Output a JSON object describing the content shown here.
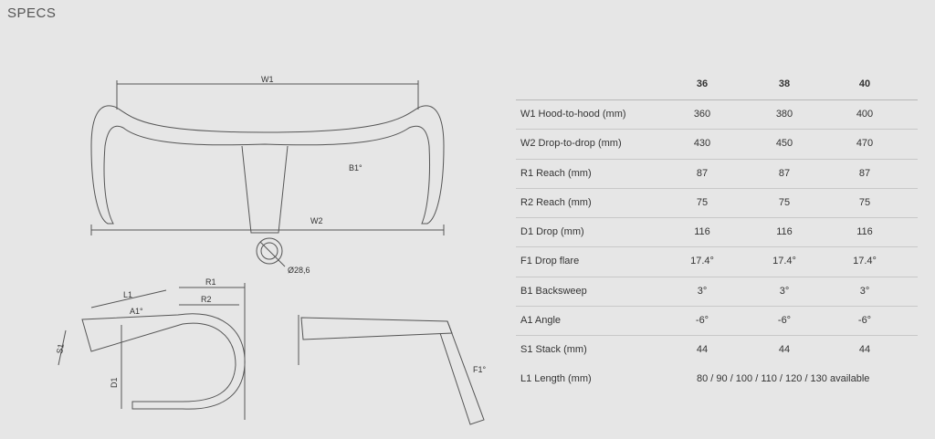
{
  "title": "SPECS",
  "diagram_labels": {
    "w1": "W1",
    "w2": "W2",
    "b1": "B1°",
    "d28": "Ø28,6",
    "r1": "R1",
    "r2": "R2",
    "l1": "L1",
    "a1": "A1°",
    "s1": "S1",
    "d1": "D1",
    "f1": "F1°"
  },
  "table": {
    "columns": [
      "36",
      "38",
      "40"
    ],
    "rows": [
      {
        "label": "W1 Hood-to-hood (mm)",
        "values": [
          "360",
          "380",
          "400"
        ]
      },
      {
        "label": "W2 Drop-to-drop (mm)",
        "values": [
          "430",
          "450",
          "470"
        ]
      },
      {
        "label": "R1 Reach (mm)",
        "values": [
          "87",
          "87",
          "87"
        ]
      },
      {
        "label": "R2 Reach (mm)",
        "values": [
          "75",
          "75",
          "75"
        ]
      },
      {
        "label": "D1 Drop (mm)",
        "values": [
          "116",
          "116",
          "116"
        ]
      },
      {
        "label": "F1 Drop flare",
        "values": [
          "17.4°",
          "17.4°",
          "17.4°"
        ]
      },
      {
        "label": "B1 Backsweep",
        "values": [
          "3°",
          "3°",
          "3°"
        ]
      },
      {
        "label": "A1 Angle",
        "values": [
          "-6°",
          "-6°",
          "-6°"
        ]
      },
      {
        "label": "S1 Stack (mm)",
        "values": [
          "44",
          "44",
          "44"
        ]
      }
    ],
    "last_row": {
      "label": "L1 Length (mm)",
      "value": "80 / 90 / 100 / 110 / 120 / 130  available"
    }
  }
}
